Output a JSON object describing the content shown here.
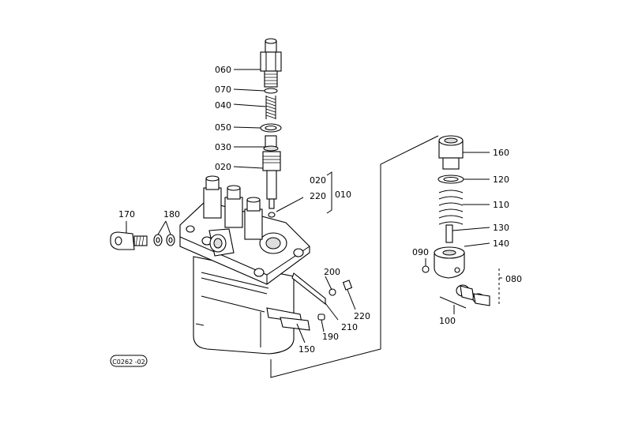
{
  "diagram": {
    "callouts": {
      "c060": "060",
      "c070": "070",
      "c040": "040",
      "c050": "050",
      "c030": "030",
      "c020": "020",
      "c020b": "020",
      "c220": "220",
      "c010": "010",
      "c170": "170",
      "c180": "180",
      "c200": "200",
      "c220b": "220",
      "c210": "210",
      "c190": "190",
      "c150": "150",
      "c160": "160",
      "c120": "120",
      "c110": "110",
      "c130": "130",
      "c140": "140",
      "c090": "090",
      "c080": "080",
      "c100": "100"
    },
    "drawing_code": "C0262 -02"
  }
}
